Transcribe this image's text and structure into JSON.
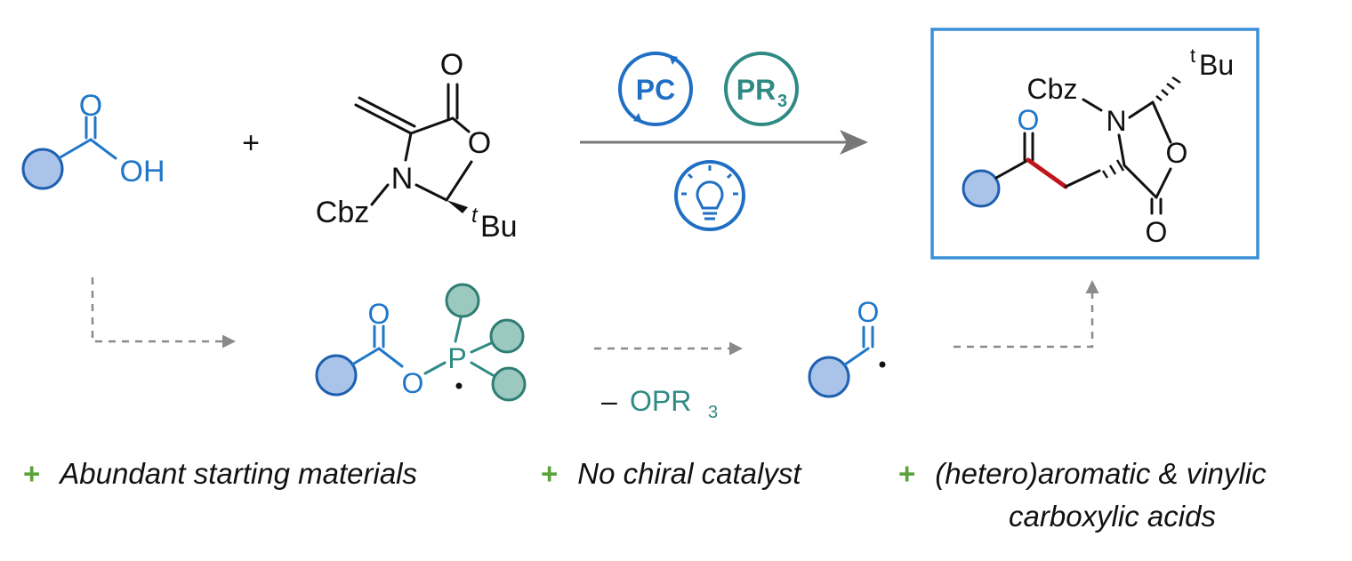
{
  "reagents": {
    "acid_O": "O",
    "acid_OH": "OH",
    "plus": "+",
    "oxaz_O_carbonyl": "O",
    "oxaz_O_ring": "O",
    "oxaz_N": "N",
    "oxaz_Cbz": "Cbz",
    "oxaz_tBu_t": "t",
    "oxaz_tBu_Bu": "Bu"
  },
  "conditions": {
    "pc_label": "PC",
    "pr3_label": "PR",
    "pr3_sub": "3",
    "icon": "lightbulb-icon"
  },
  "product": {
    "Cbz": "Cbz",
    "N": "N",
    "tBu_t": "t",
    "tBu_Bu": "Bu",
    "O_ring": "O",
    "O_carbonyl": "O",
    "O_ketone": "O"
  },
  "mechanism": {
    "ester_O_carbonyl": "O",
    "ester_O": "O",
    "phosphorus": "P",
    "byproduct_dash": "–",
    "byproduct_O": "OPR",
    "byproduct_sub": "3",
    "acyl_O": "O"
  },
  "advantages": [
    {
      "plus": "+",
      "text": "Abundant starting materials"
    },
    {
      "plus": "+",
      "text": "No chiral catalyst"
    },
    {
      "plus": "+",
      "text": "(hetero)aromatic & vinylic",
      "text2": "carboxylic acids"
    }
  ],
  "colors": {
    "blue": "#1f77c9",
    "teal": "#2f8a84",
    "new_bond_red": "#c0141c",
    "box_border": "#3a8fd6",
    "plus_green": "#5aa23a"
  }
}
